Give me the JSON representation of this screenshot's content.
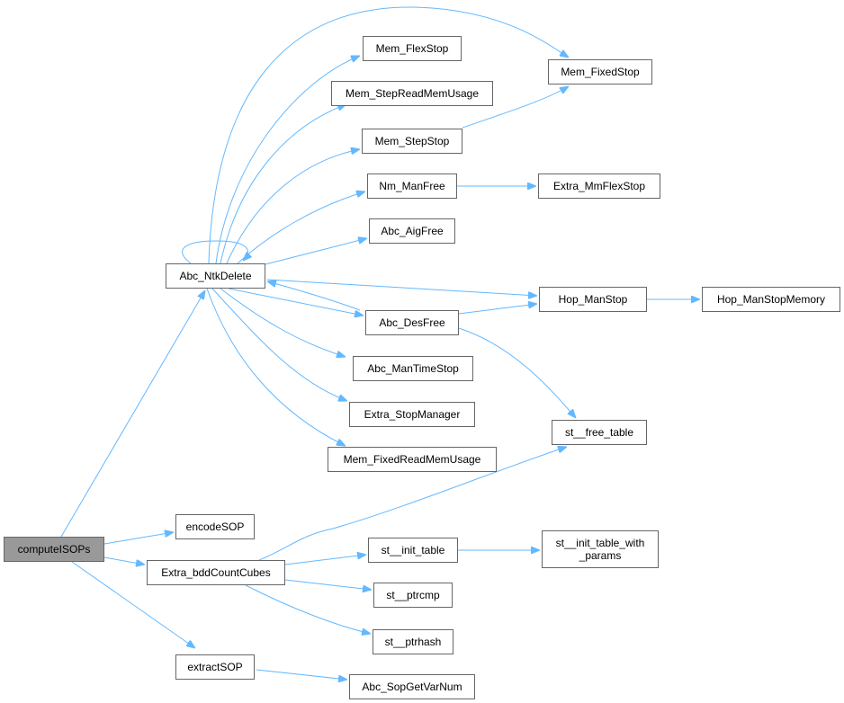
{
  "colors": {
    "edge": "#63b8ff",
    "root_fill": "#999999",
    "border": "#666666"
  },
  "nodes": {
    "computeISOPs": "computeISOPs",
    "Abc_NtkDelete": "Abc_NtkDelete",
    "encodeSOP": "encodeSOP",
    "Extra_bddCountCubes": "Extra_bddCountCubes",
    "extractSOP": "extractSOP",
    "Mem_FlexStop": "Mem_FlexStop",
    "Mem_StepReadMemUsage": "Mem_StepReadMemUsage",
    "Mem_StepStop": "Mem_StepStop",
    "Nm_ManFree": "Nm_ManFree",
    "Abc_AigFree": "Abc_AigFree",
    "Abc_DesFree": "Abc_DesFree",
    "Abc_ManTimeStop": "Abc_ManTimeStop",
    "Extra_StopManager": "Extra_StopManager",
    "Mem_FixedReadMemUsage": "Mem_FixedReadMemUsage",
    "st__init_table": "st__init_table",
    "st__ptrcmp": "st__ptrcmp",
    "st__ptrhash": "st__ptrhash",
    "Abc_SopGetVarNum": "Abc_SopGetVarNum",
    "Mem_FixedStop": "Mem_FixedStop",
    "Extra_MmFlexStop": "Extra_MmFlexStop",
    "Hop_ManStop": "Hop_ManStop",
    "st__free_table": "st__free_table",
    "st__init_table_with_params": "st__init_table_with\n_params",
    "Hop_ManStopMemory": "Hop_ManStopMemory"
  }
}
